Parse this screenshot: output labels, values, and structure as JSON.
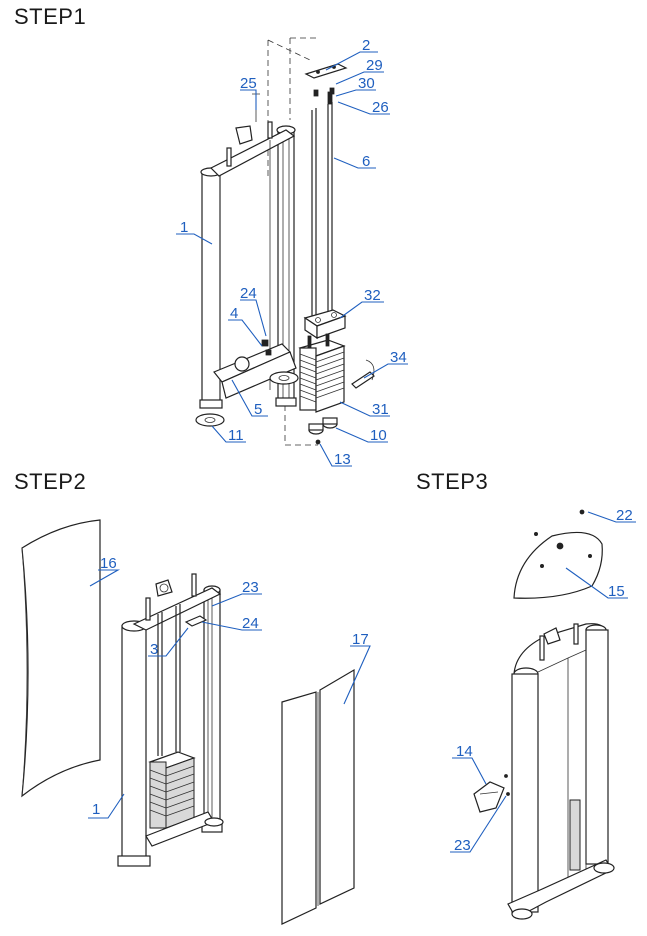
{
  "steps": [
    {
      "title": "STEP1"
    },
    {
      "title": "STEP2"
    },
    {
      "title": "STEP3"
    }
  ],
  "callouts": {
    "step1": [
      "2",
      "29",
      "30",
      "26",
      "25",
      "6",
      "1",
      "24",
      "32",
      "4",
      "34",
      "5",
      "31",
      "11",
      "10",
      "13"
    ],
    "step2": [
      "16",
      "23",
      "24",
      "3",
      "17",
      "1"
    ],
    "step3": [
      "22",
      "15",
      "14",
      "23"
    ]
  },
  "colors": {
    "callout": "#1f5fbf",
    "ink": "#222222"
  }
}
